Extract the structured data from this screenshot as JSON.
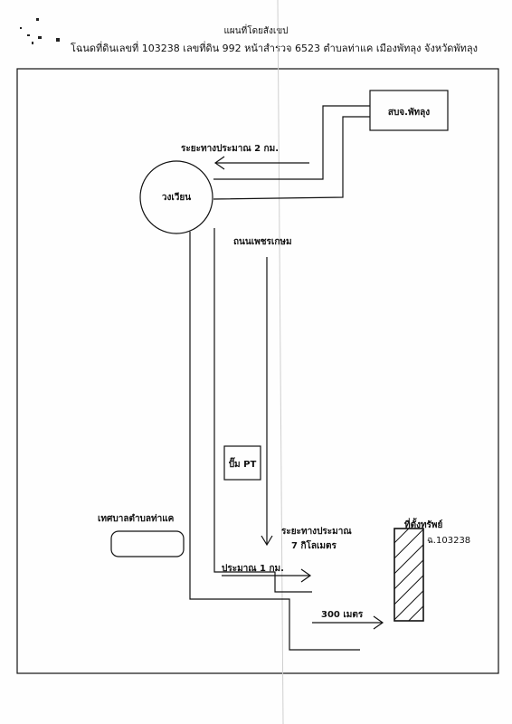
{
  "header": {
    "title": "แผนที่โดยสังเขป",
    "subtitle": "โฉนดที่ดินเลขที่ 103238 เลขที่ดิน 992 หน้าสำรวจ 6523 ตำบลท่าแค เมืองพัทลุง จังหวัดพัทลุง"
  },
  "map": {
    "office_label": "สบจ.พัทลุง",
    "roundabout_label": "วงเวียน",
    "distance_2km": "ระยะทางประมาณ 2 กม.",
    "road_label": "ถนนเพชรเกษม",
    "gas_station_label": "ปั๊ม PT",
    "municipality_label": "เทศบาลตำบลท่าแค",
    "distance_7km_line1": "ระยะทางประมาณ",
    "distance_7km_line2": "7 กิโลเมตร",
    "distance_1km": "ประมาณ 1 กม.",
    "distance_300m": "300 เมตร",
    "property_label": "ที่ตั้งทรัพย์",
    "deed_label": "ฉ.103238"
  }
}
